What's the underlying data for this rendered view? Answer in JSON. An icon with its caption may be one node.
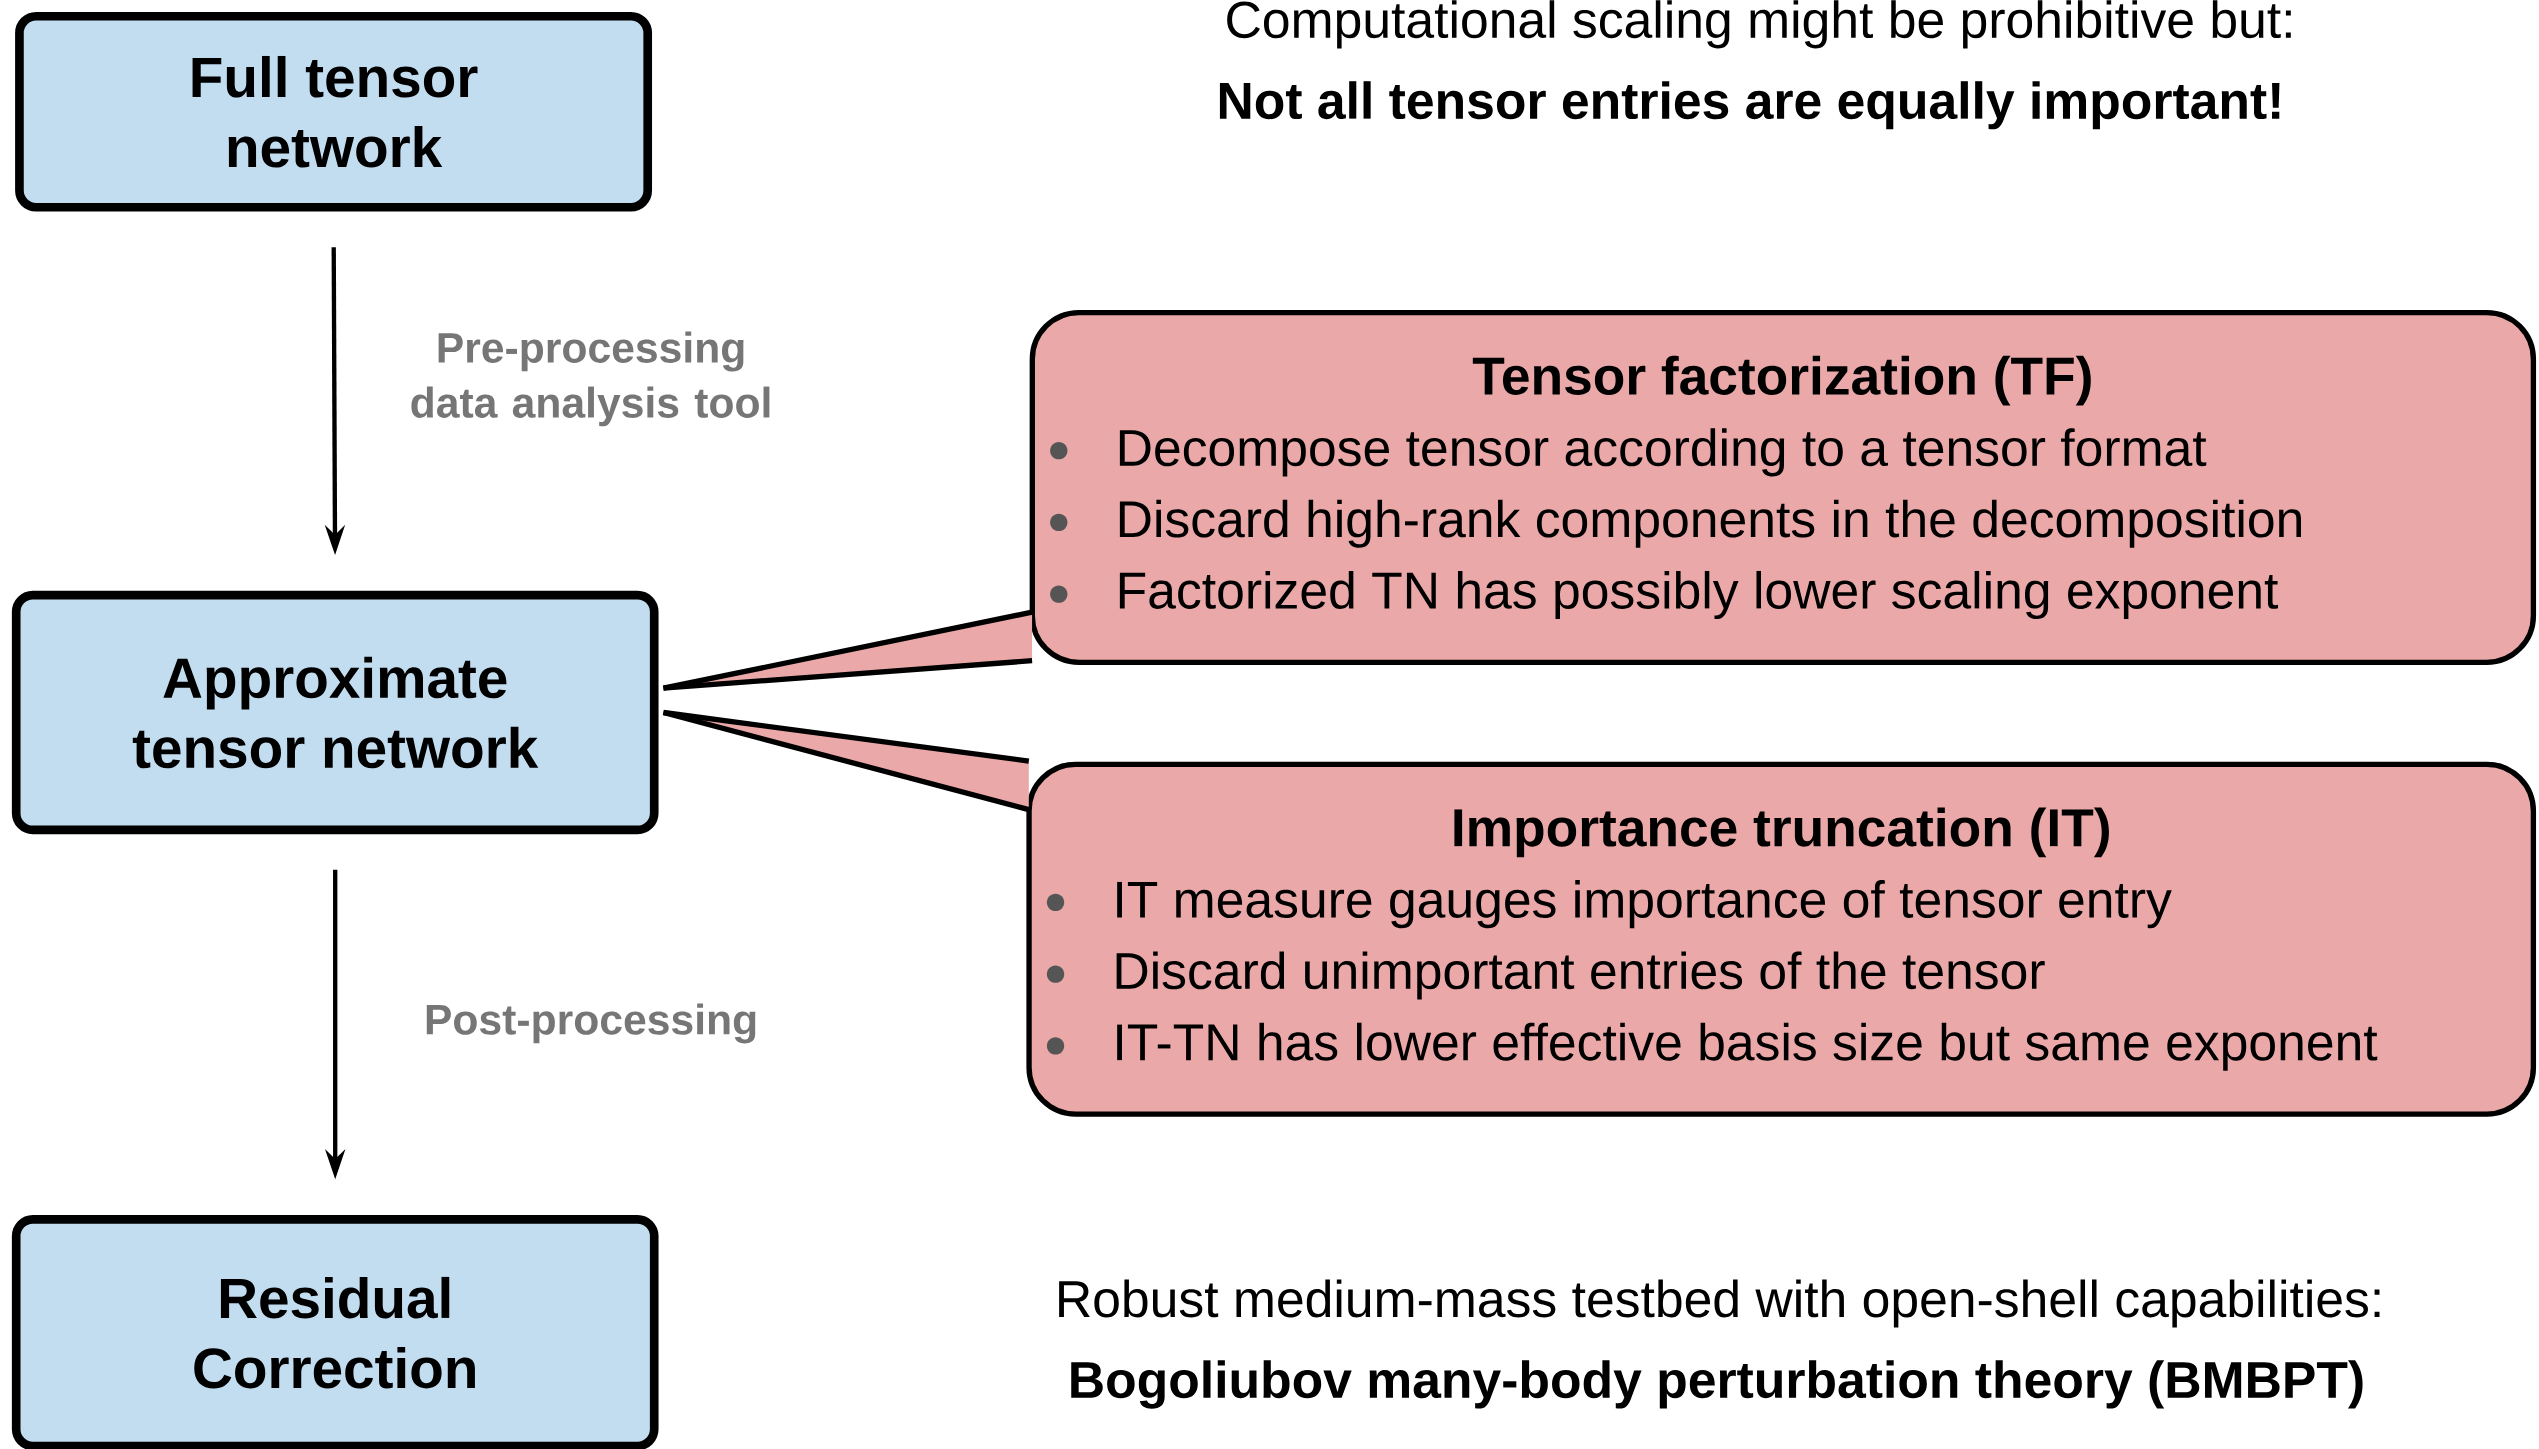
{
  "diagram": {
    "nodes": [
      {
        "text": [
          "Full tensor network"
        ]
      },
      {
        "text": [
          "Approximate tensor network"
        ]
      },
      {
        "text": [
          "Residual Correction"
        ]
      },
      {
        "text": [
          "Tensor factorization (TF)",
          "Decompose tensor according to a tensor format",
          "Discard high-rank components in the decomposition",
          "Factorized TN has possibly lower scaling exponent"
        ]
      },
      {
        "text": [
          "Importance truncation (IT)",
          "IT measure gauges importance of tensor entry",
          "Discard unimportant entries of the tensor",
          "IT-TN has lower effective basis size but same exponent"
        ]
      }
    ],
    "edges": [
      {
        "from": 0,
        "to": 1,
        "arrow": "to",
        "label": "Pre-processing data analysis tool"
      },
      {
        "from": 1,
        "to": 2,
        "arrow": "to",
        "label": "Post-processing"
      },
      {
        "from": 1,
        "to": 3,
        "arrow": "none"
      },
      {
        "from": 1,
        "to": 4,
        "arrow": "none"
      }
    ],
    "labels": [
      "Computational scaling might be prohibitive but:",
      "Not all tensor entries are equally important!",
      "Robust medium-mass testbed with open-shell capabilities:",
      "Bogoliubov many-body perturbation theory (BMBPT)"
    ]
  }
}
